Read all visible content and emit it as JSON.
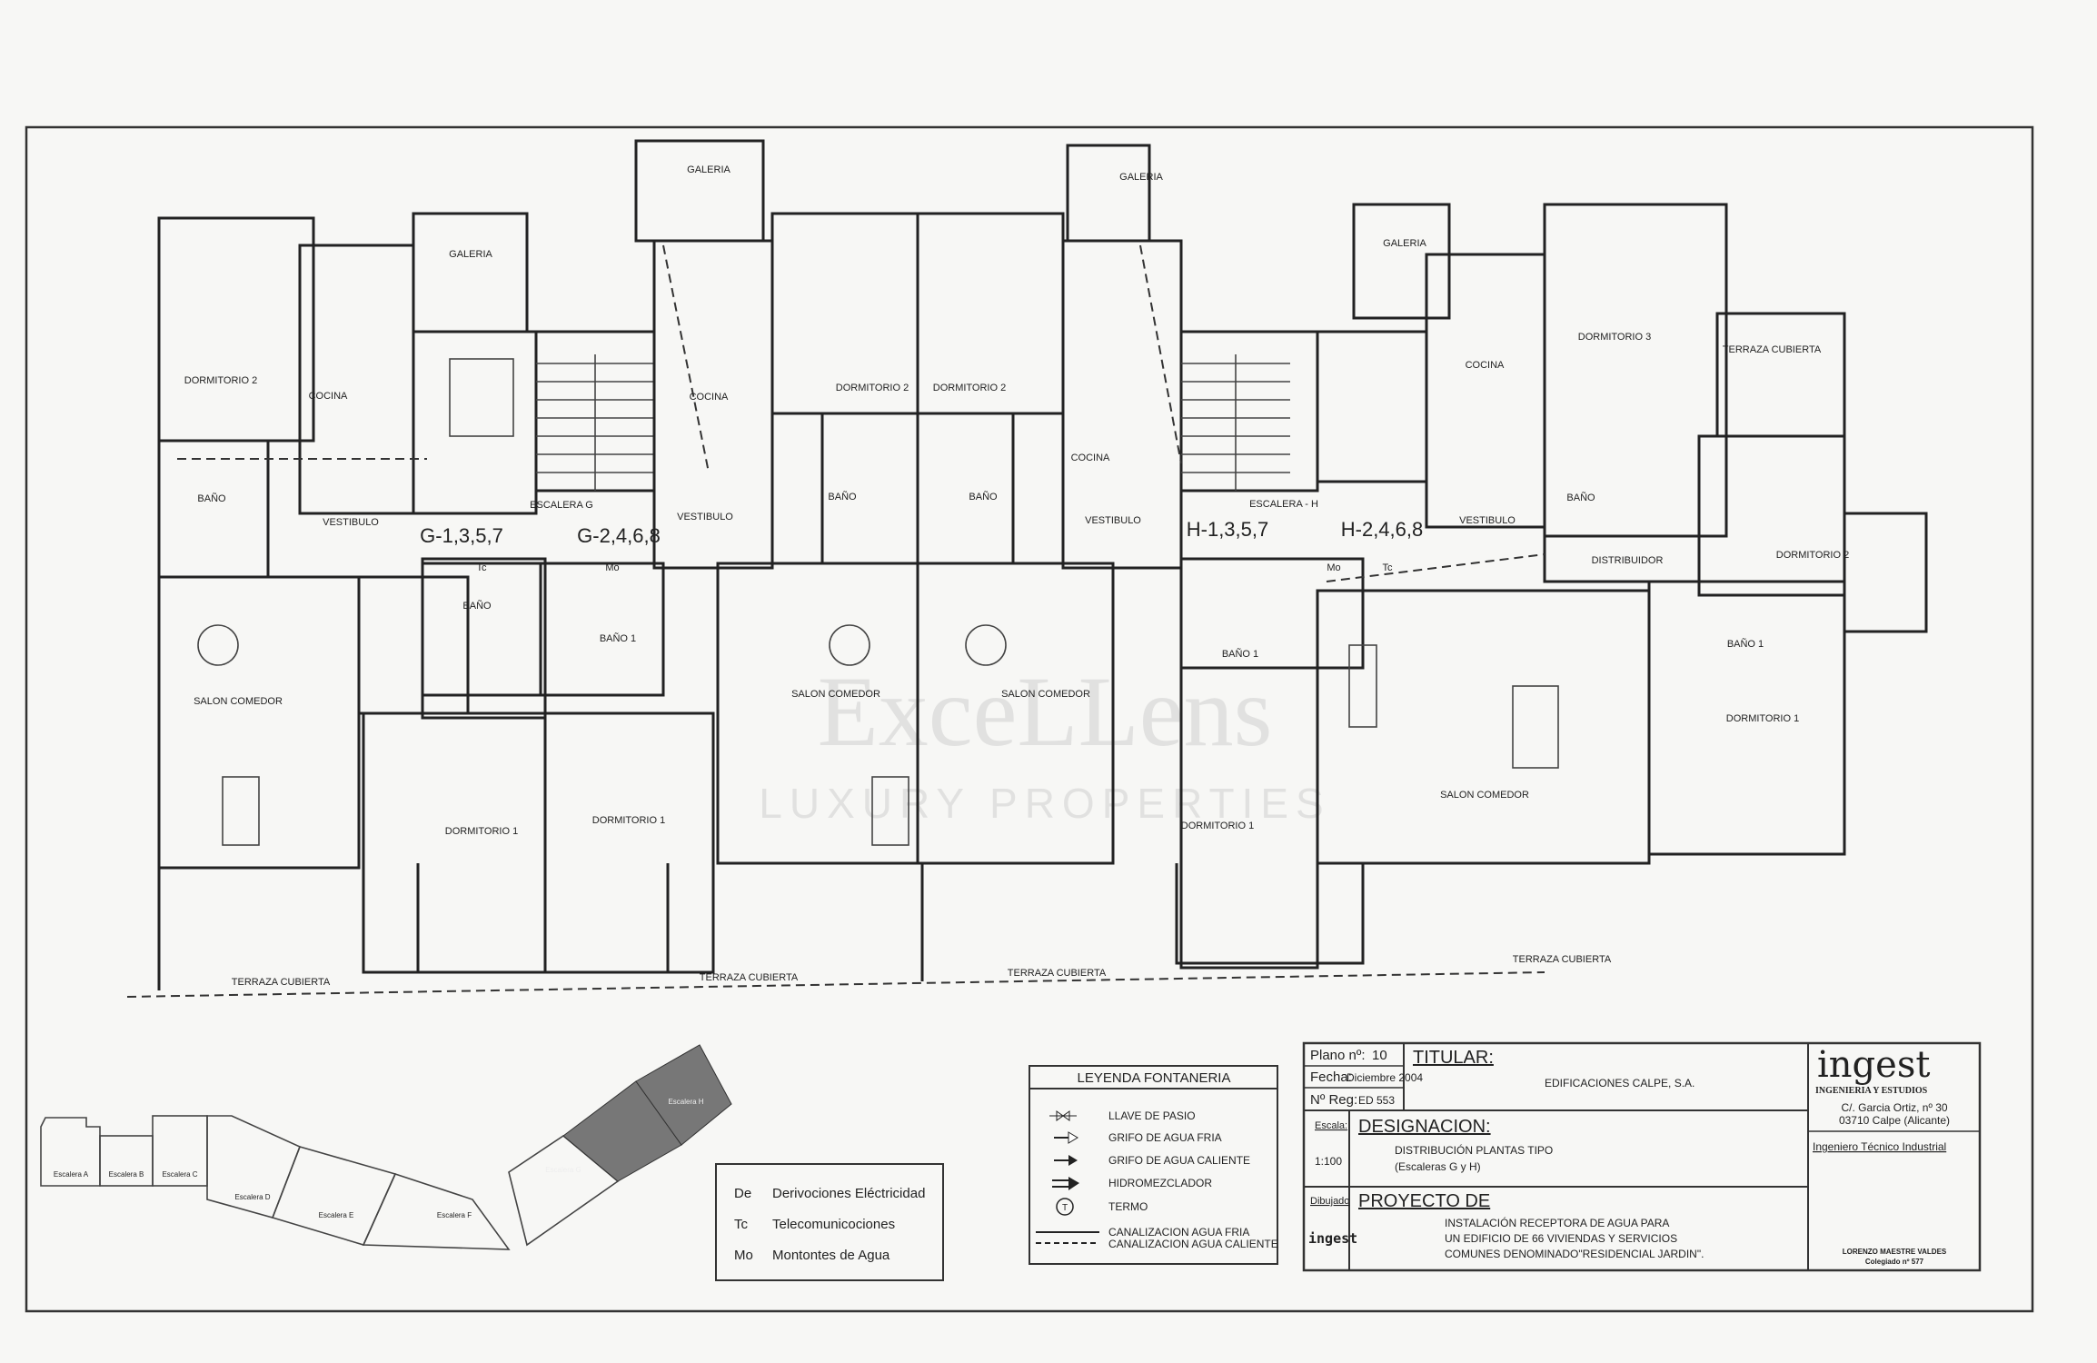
{
  "rooms": {
    "dorm2_a": "DORMITORIO 2",
    "galeria_a": "GALERIA",
    "cocina_a": "COCINA",
    "bano_a": "BAÑO",
    "vest_a": "VESTIBULO",
    "escalera_g": "ESCALERA G",
    "g_odd": "G-1,3,5,7",
    "g_even": "G-2,4,6,8",
    "galeria_b": "GALERIA",
    "cocina_b": "COCINA",
    "vest_b": "VESTIBULO",
    "bano_b": "BAÑO",
    "bano1_b": "BAÑO 1",
    "salon_a": "SALON COMEDOR",
    "dorm1_a": "DORMITORIO 1",
    "dorm1_b": "DORMITORIO 1",
    "dorm2_c": "DORMITORIO 2",
    "dorm2_d": "DORMITORIO 2",
    "bano_c": "BAÑO",
    "bano_d": "BAÑO",
    "salon_c": "SALON COMEDOR",
    "salon_d": "SALON COMEDOR",
    "galeria_c": "GALERIA",
    "cocina_c": "COCINA",
    "vest_c": "VESTIBULO",
    "escalera_h": "ESCALERA - H",
    "h_odd": "H-1,3,5,7",
    "h_even": "H-2,4,6,8",
    "galeria_d": "GALERIA",
    "cocina_d": "COCINA",
    "dorm3_d": "DORMITORIO 3",
    "terraza_d": "TERRAZA CUBIERTA",
    "bano_e": "BAÑO",
    "vest_d": "VESTIBULO",
    "distribuidor": "DISTRIBUIDOR",
    "dorm2_e": "DORMITORIO 2",
    "bano1_c": "BAÑO 1",
    "bano1_d": "BAÑO 1",
    "dorm1_d": "DORMITORIO 1",
    "dorm1_c": "DORMITORIO 1",
    "salon_e": "SALON COMEDOR",
    "terraza_1": "TERRAZA CUBIERTA",
    "terraza_2": "TERRAZA CUBIERTA",
    "terraza_3": "TERRAZA CUBIERTA",
    "terraza_4": "TERRAZA CUBIERTA",
    "mo_g": "Mo",
    "tc_g": "Tc",
    "mo_h": "Mo",
    "tc_h": "Tc"
  },
  "watermark": {
    "brand": "ExceLLens",
    "sub": "LUXURY PROPERTIES"
  },
  "key_plan": [
    "Escalera A",
    "Escalera B",
    "Escalera C",
    "Escalera D",
    "Escalera E",
    "Escalera F",
    "Escalera G",
    "Escalera H"
  ],
  "abbrev": [
    {
      "code": "De",
      "text": "Derivociones Eléctricidad"
    },
    {
      "code": "Tc",
      "text": "Telecomunicociones"
    },
    {
      "code": "Mo",
      "text": "Montontes de Agua"
    }
  ],
  "legend": {
    "title": "LEYENDA FONTANERIA",
    "items": [
      "LLAVE DE PASIO",
      "GRIFO DE AGUA FRIA",
      "GRIFO DE AGUA CALIENTE",
      "HIDROMEZCLADOR",
      "TERMO"
    ],
    "termo_symbol": "T",
    "lines": [
      "CANALIZACION AGUA FRIA",
      "CANALIZACION AGUA CALIENTE"
    ]
  },
  "title_block": {
    "plano_label": "Plano nº:",
    "plano_value": "10",
    "fecha_label": "Fecha:",
    "fecha_value": "Diciembre 2004",
    "reg_label": "Nº Reg:",
    "reg_value": "ED 553",
    "titular_label": "TITULAR:",
    "titular_value": "EDIFICACIONES CALPE, S.A.",
    "escala_label": "Escala:",
    "escala_value": "1:100",
    "designacion_label": "DESIGNACION:",
    "designacion_1": "DISTRIBUCIÓN  PLANTAS TIPO",
    "designacion_2": "(Escaleras G y H)",
    "dibujado_label": "Dibujado",
    "dibujado_logo": "ingest",
    "proyecto_label": "PROYECTO  DE",
    "proyecto_1": "INSTALACIÓN RECEPTORA DE AGUA PARA",
    "proyecto_2": "UN EDIFICIO DE 66 VIVIENDAS Y SERVICIOS",
    "proyecto_3": "COMUNES DENOMINADO\"RESIDENCIAL JARDIN\".",
    "logo": "ingest",
    "logo_sub": "INGENIERIA Y ESTUDIOS",
    "address_1": "C/. Garcia Ortiz, nº 30",
    "address_2": "03710 Calpe (Alicante)",
    "role": "Ingeniero Técnico Industrial",
    "engineer": "LORENZO MAESTRE VALDES",
    "colegiado": "Colegiado nº 577"
  }
}
